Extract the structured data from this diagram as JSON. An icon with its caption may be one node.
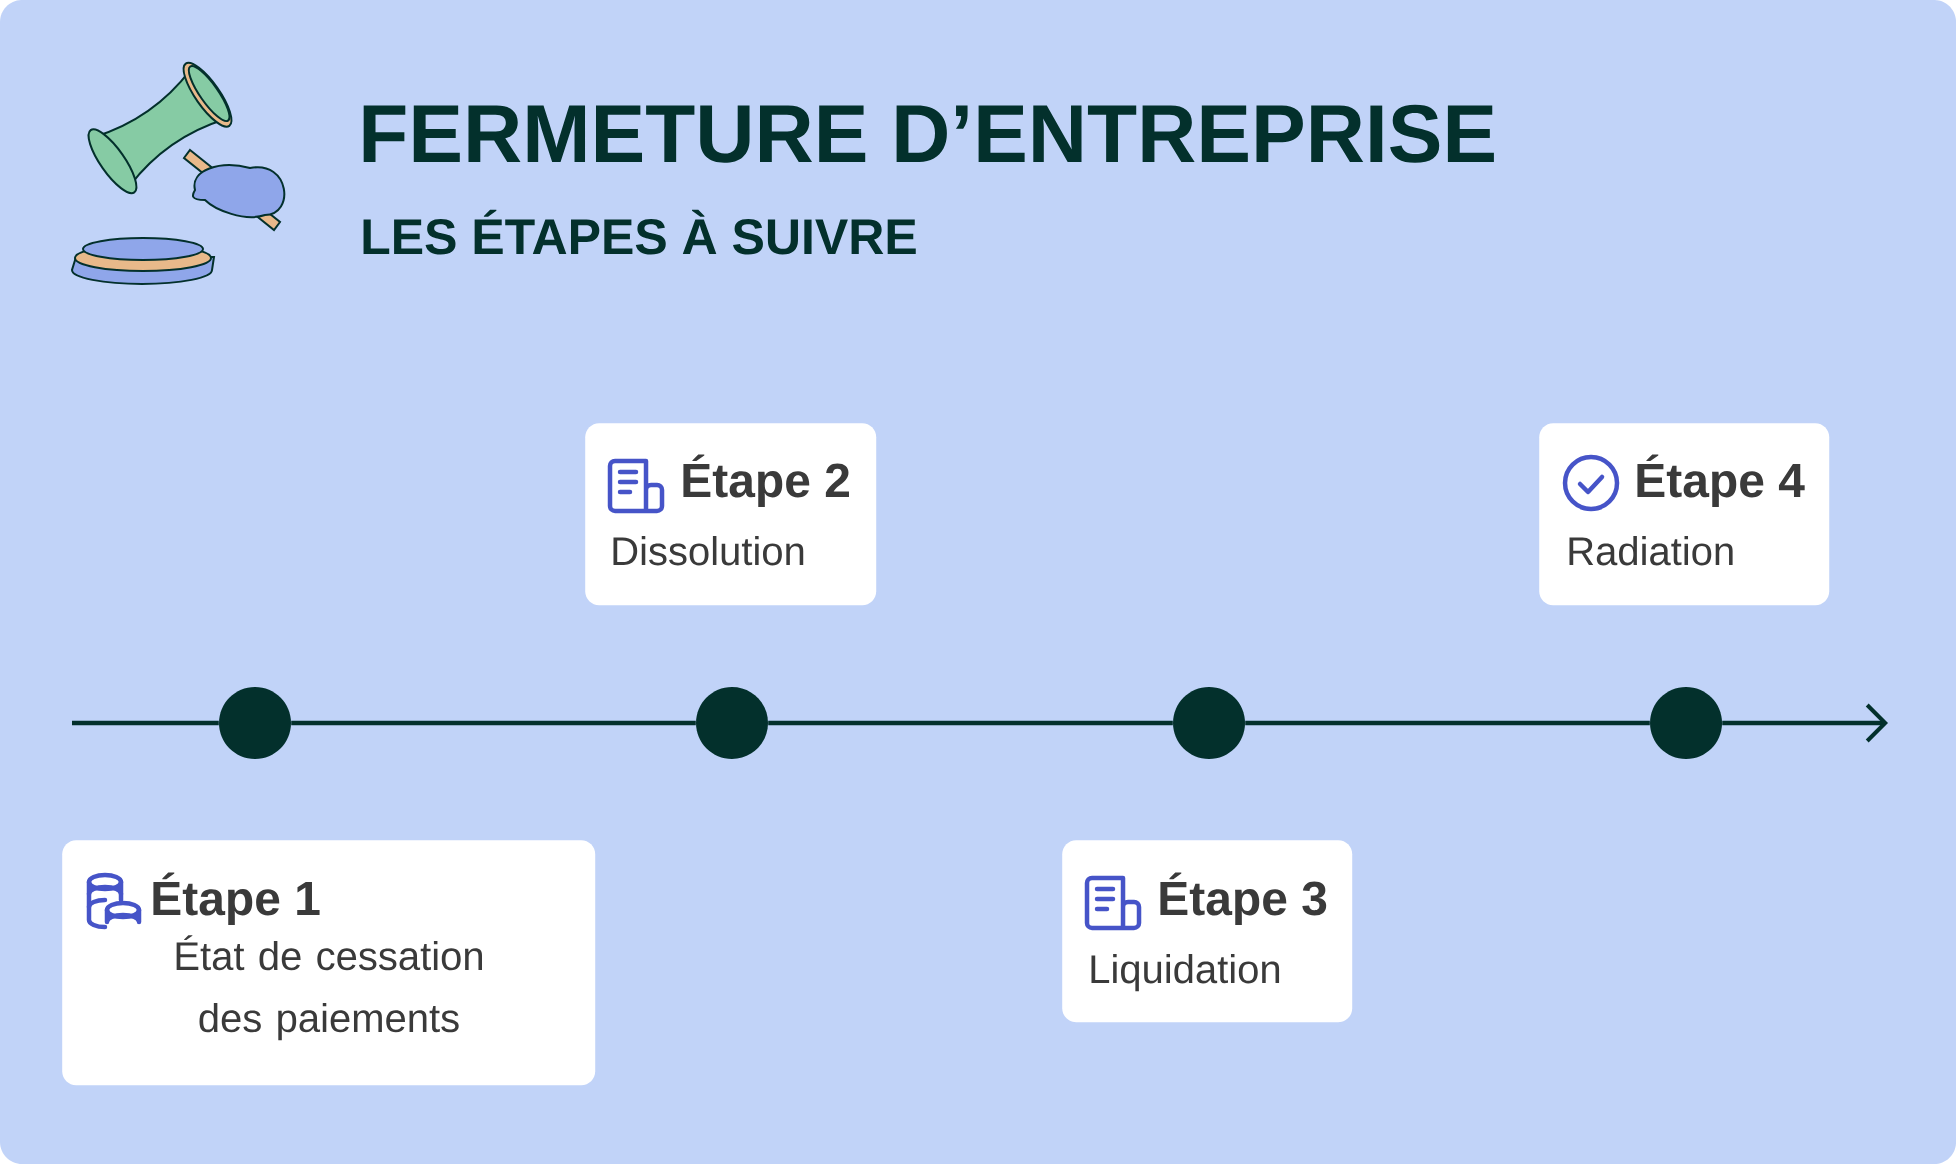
{
  "diagram": {
    "title": "FERMETURE D’ENTREPRISE",
    "nodes": [
      {
        "text": [
          "Étape 1",
          "État de cessation des paiements"
        ]
      },
      {
        "text": [
          "Étape 2",
          "Dissolution"
        ]
      },
      {
        "text": [
          "Étape 3",
          "Liquidation"
        ]
      },
      {
        "text": [
          "Étape 4",
          "Radiation"
        ]
      },
      {
        "text": [],
        "shape": "circle"
      },
      {
        "text": [],
        "shape": "circle"
      },
      {
        "text": [],
        "shape": "circle"
      },
      {
        "text": [],
        "shape": "circle"
      }
    ],
    "edges": [
      {
        "from": null,
        "to": 4,
        "arrow": "none"
      },
      {
        "from": 4,
        "to": 5,
        "arrow": "none"
      },
      {
        "from": 5,
        "to": 6,
        "arrow": "none"
      },
      {
        "from": 6,
        "to": 7,
        "arrow": "none"
      },
      {
        "from": 7,
        "to": null,
        "arrow": "to"
      }
    ],
    "labels": [
      "LES ÉTAPES À SUIVRE"
    ]
  }
}
